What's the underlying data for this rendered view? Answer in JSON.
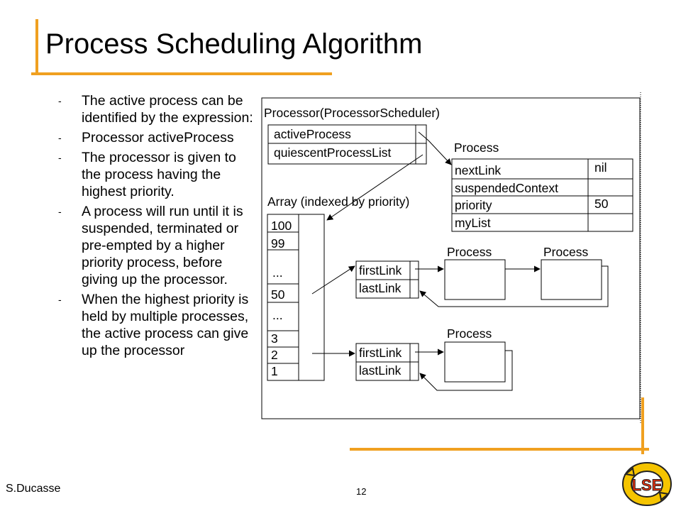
{
  "slide": {
    "title": "Process Scheduling Algorithm",
    "accent_color": "#f0a020",
    "bullet_marker": "-",
    "bullets": [
      "The active process can be identified by the expression:",
      "Processor activeProcess",
      "The processor is given to the process having the highest priority.",
      "A process will run until it is suspended, terminated or pre-empted by a higher priority process, before giving up the processor.",
      "When the highest priority is held by multiple processes, the active process can give up the processor"
    ],
    "footer_author": "S.Ducasse",
    "page_number": "12"
  },
  "diagram": {
    "processor_header": "Processor(ProcessorScheduler)",
    "processor_fields": [
      "activeProcess",
      "quiescentProcessList"
    ],
    "process_header": "Process",
    "process_fields": [
      {
        "name": "nextLink",
        "value": "nil"
      },
      {
        "name": "suspendedContext",
        "value": ""
      },
      {
        "name": "priority",
        "value": "50"
      },
      {
        "name": "myList",
        "value": ""
      }
    ],
    "array_header": "Array (indexed by priority)",
    "array_cells": [
      "100",
      "99",
      "...",
      "50",
      "...",
      "3",
      "2",
      "1"
    ],
    "list_fields": [
      "firstLink",
      "lastLink"
    ],
    "process_label": "Process"
  },
  "logo": {
    "text": "LSE",
    "colors": {
      "ring": "#f5c400",
      "text": "#e83010",
      "outline": "#222222"
    }
  }
}
